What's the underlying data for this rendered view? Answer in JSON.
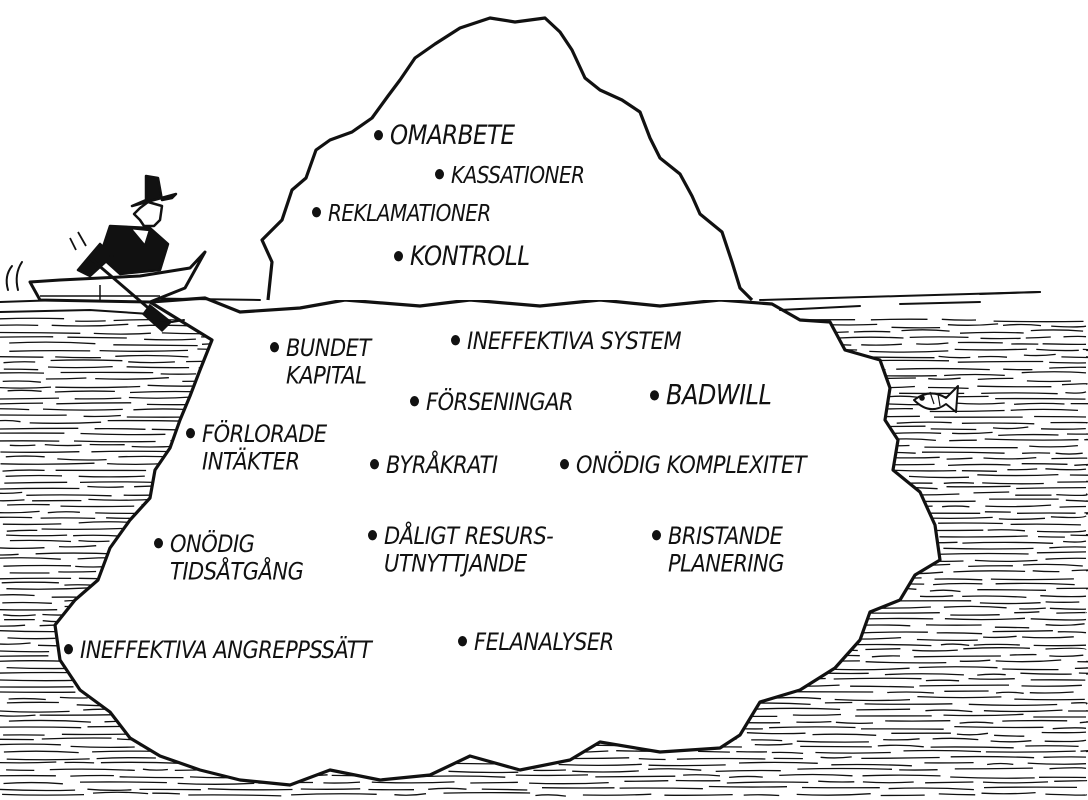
{
  "colors": {
    "ink": "#111111",
    "paper": "#ffffff"
  },
  "icons": [
    "rowboat-icon",
    "person-rowing-icon",
    "fish-icon"
  ],
  "tip": {
    "items": [
      {
        "id": "omarbete",
        "text": "OMARBETE"
      },
      {
        "id": "kassationer",
        "text": "KASSATIONER"
      },
      {
        "id": "reklamationer",
        "text": "REKLAMATIONER"
      },
      {
        "id": "kontroll",
        "text": "KONTROLL"
      }
    ]
  },
  "submerged": {
    "items": [
      {
        "id": "bundet-kapital",
        "text": "BUNDET\nKAPITAL"
      },
      {
        "id": "ineffektiva-system",
        "text": "INEFFEKTIVA SYSTEM"
      },
      {
        "id": "forseningar",
        "text": "FÖRSENINGAR"
      },
      {
        "id": "badwill",
        "text": "BADWILL"
      },
      {
        "id": "forlorade-intakter",
        "text": "FÖRLORADE\nINTÄKTER"
      },
      {
        "id": "byrakrati",
        "text": "BYRÅKRATI"
      },
      {
        "id": "onodig-komplexitet",
        "text": "ONÖDIG KOMPLEXITET"
      },
      {
        "id": "onodig-tidsatgang",
        "text": "ONÖDIG\nTIDSÅTGÅNG"
      },
      {
        "id": "daligt-resursutnyttjande",
        "text": "DÅLIGT RESURS-\nUTNYTTJANDE"
      },
      {
        "id": "bristande-planering",
        "text": "BRISTANDE\nPLANERING"
      },
      {
        "id": "ineffektiva-angreppssatt",
        "text": "INEFFEKTIVA ANGREPPSSÄTT"
      },
      {
        "id": "felanalyser",
        "text": "FELANALYSER"
      }
    ]
  }
}
